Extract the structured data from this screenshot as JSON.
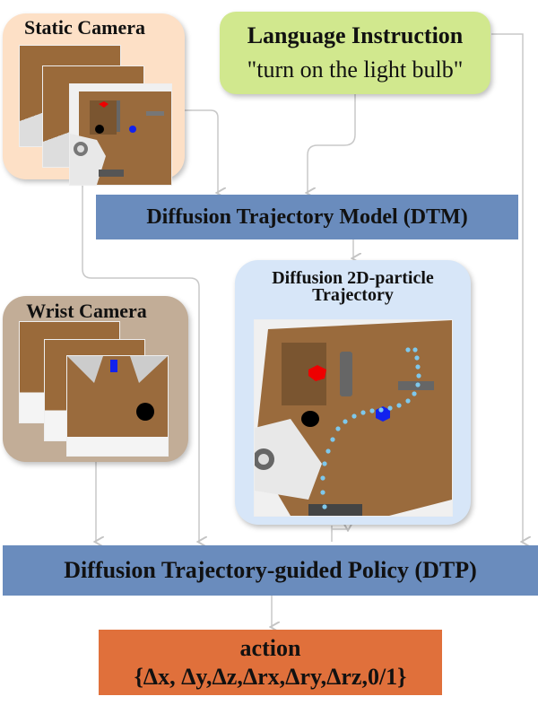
{
  "static_camera": {
    "title": "Static Camera"
  },
  "language": {
    "title": "Language Instruction",
    "instruction": "\"turn on the light bulb\""
  },
  "dtm": {
    "label": "Diffusion Trajectory Model (DTM)"
  },
  "wrist_camera": {
    "title": "Wrist Camera"
  },
  "trajectory": {
    "title_line1": "Diffusion 2D-particle",
    "title_line2": "Trajectory"
  },
  "dtp": {
    "label": "Diffusion Trajectory-guided Policy (DTP)"
  },
  "action": {
    "title": "action",
    "values": "{Δx, Δy,Δz,Δrx,Δry,Δrz,0/1}"
  },
  "colors": {
    "static_bg": "#fde0c6",
    "language_bg": "#d1e88e",
    "bar": "#6a8cbd",
    "wrist_bg": "#c2ad97",
    "traj_bg": "#d7e6f8",
    "action_bg": "#e0703b",
    "arrow": "#c8c8c8"
  }
}
